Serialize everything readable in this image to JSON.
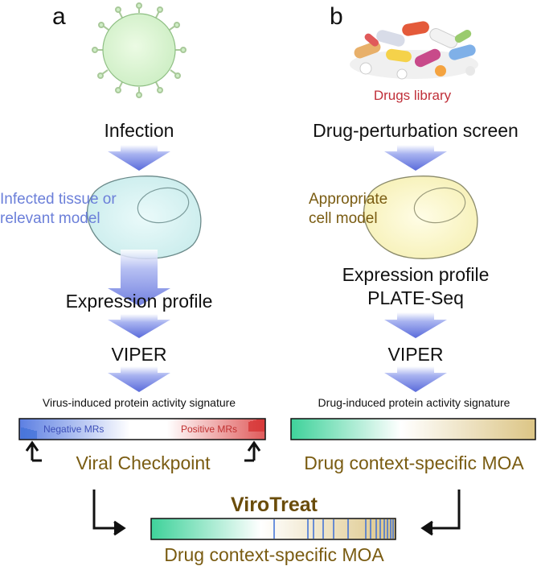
{
  "panel_a": {
    "letter": "a",
    "infection": "Infection",
    "tissue_label_1": "Infected tissue or",
    "tissue_label_2": "relevant model",
    "expression": "Expression profile",
    "viper": "VIPER",
    "signature": "Virus-induced protein activity signature",
    "negative_mrs": "Negative MRs",
    "positive_mrs": "Positive MRs",
    "checkpoint": "Viral Checkpoint"
  },
  "panel_b": {
    "letter": "b",
    "drugs_library": "Drugs library",
    "screen": "Drug-perturbation screen",
    "cell_label_1": "Appropriate",
    "cell_label_2": "cell model",
    "expression_1": "Expression profile",
    "expression_2": "PLATE-Seq",
    "viper": "VIPER",
    "signature": "Drug-induced protein activity signature",
    "moa": "Drug context-specific MOA"
  },
  "bottom": {
    "title": "ViroTreat",
    "moa": "Drug context-specific MOA"
  },
  "colors": {
    "arrow": "#6f7fe0",
    "olive_text": "#7a5c12",
    "virus_blue_text": "#6b7fd9",
    "drugs_red_text": "#c0303a",
    "tissue_fill": "#d8f2f2",
    "cell_fill": "#fbf7c8",
    "blue_bar": "#3d6fd6",
    "red_bar": "#d42828",
    "green_bar": "#3ed29a",
    "gold_bar": "#e0c98a"
  }
}
